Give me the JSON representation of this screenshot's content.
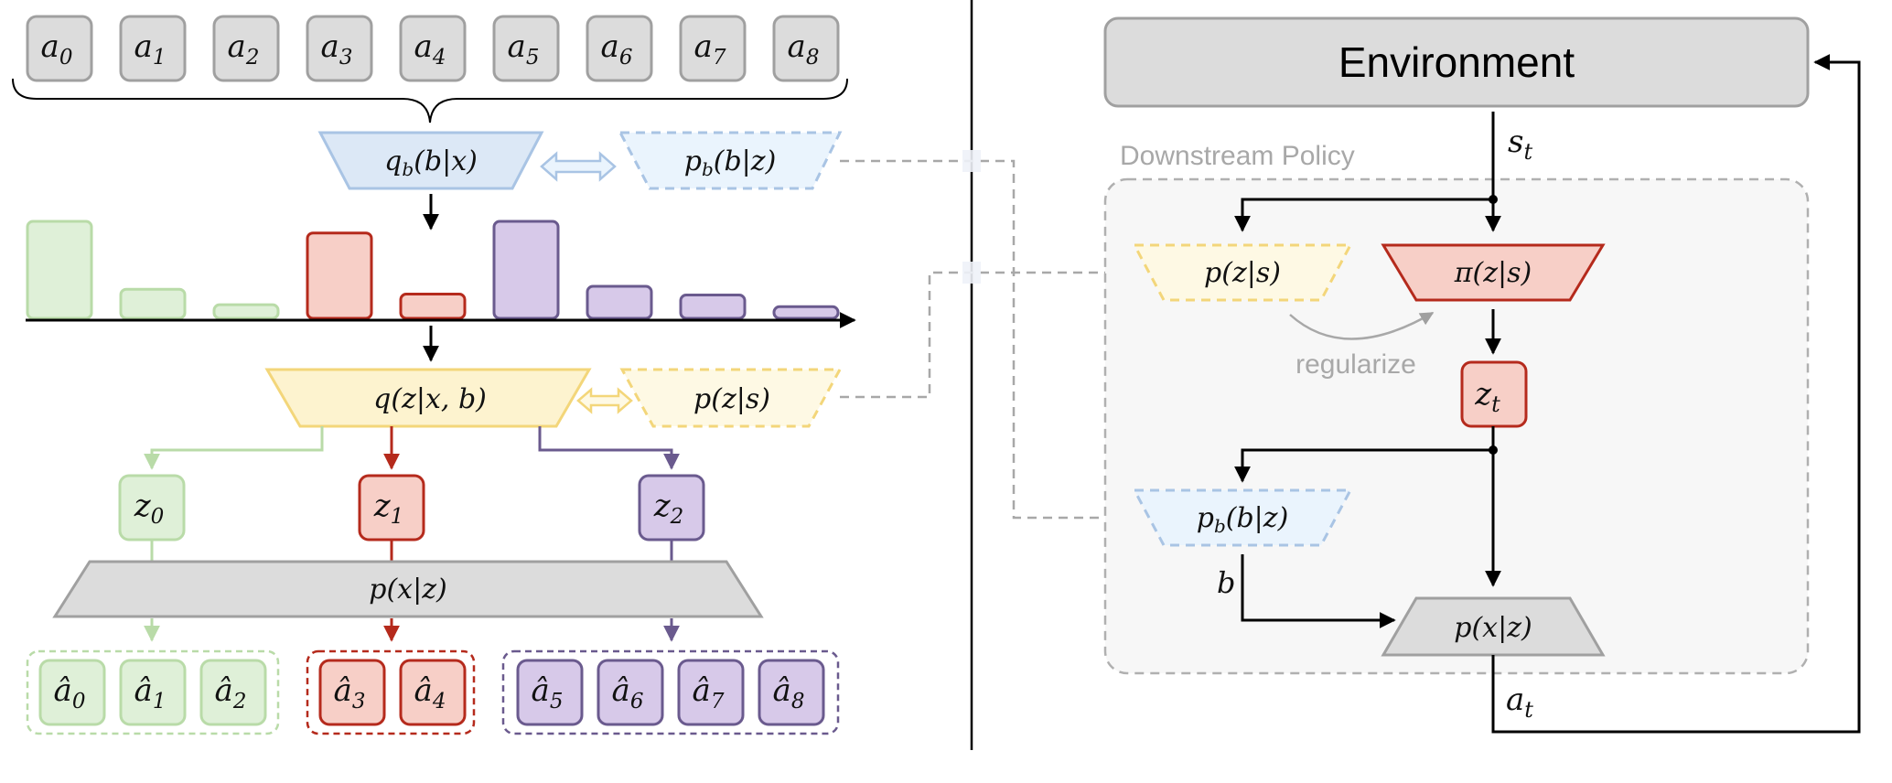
{
  "left_panel": {
    "actions": [
      "a",
      "a",
      "a",
      "a",
      "a",
      "a",
      "a",
      "a",
      "a"
    ],
    "action_subscripts": [
      "0",
      "1",
      "2",
      "3",
      "4",
      "5",
      "6",
      "7",
      "8"
    ],
    "encoder_qb": "q_b(b|x)",
    "prior_pb": "p_b(b|z)",
    "encoder_q": "q(z|x, b)",
    "prior_p": "p(z|s)",
    "latents": [
      "z",
      "z",
      "z"
    ],
    "latent_subscripts": [
      "0",
      "1",
      "2"
    ],
    "decoder": "p(x|z)",
    "reconstructions": [
      "â",
      "â",
      "â",
      "â",
      "â",
      "â",
      "â",
      "â",
      "â"
    ],
    "reconstruction_subscripts": [
      "0",
      "1",
      "2",
      "3",
      "4",
      "5",
      "6",
      "7",
      "8"
    ],
    "bar_heights": [
      1.0,
      0.3,
      0.14,
      0.88,
      0.25,
      1.0,
      0.33,
      0.24,
      0.12
    ],
    "bar_groups": [
      "green",
      "green",
      "green",
      "red",
      "red",
      "purple",
      "purple",
      "purple",
      "purple"
    ]
  },
  "right_panel": {
    "environment": "Environment",
    "group_label": "Downstream Policy",
    "state_label": "s",
    "state_subscript": "t",
    "prior_p": "p(z|s)",
    "policy": "π(z|s)",
    "regularize_label": "regularize",
    "latent": "z",
    "latent_subscript": "t",
    "prior_pb": "p_b(b|z)",
    "b_label": "b",
    "decoder": "p(x|z)",
    "action_label": "a",
    "action_subscript": "t"
  },
  "colors": {
    "gray_fill": "#dcdcdc",
    "gray_stroke": "#a0a0a0",
    "green_fill": "#dff0d8",
    "green_stroke": "#b9dba8",
    "red_fill": "#f7cfc7",
    "red_stroke": "#b52a1c",
    "purple_fill": "#d7c9e9",
    "purple_stroke": "#6a5a8e",
    "blue_fill": "#dce8f6",
    "blue_stroke": "#a9c4e4",
    "lightblue_fill": "#eaf4fd",
    "yellow_fill": "#fdf3cf",
    "yellow_stroke": "#f3d67a",
    "lightyellow_fill": "#fef9e4"
  }
}
